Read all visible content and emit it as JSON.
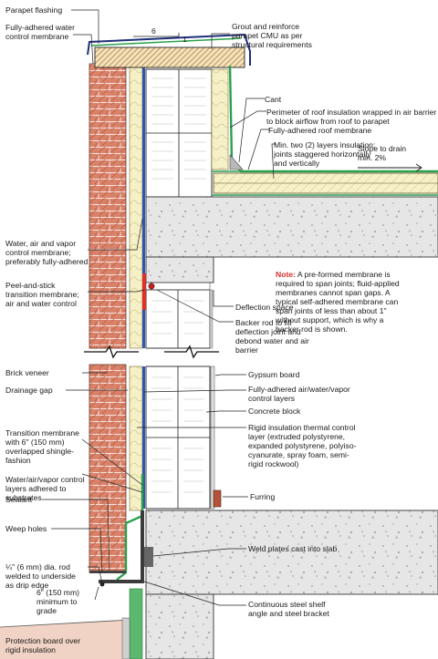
{
  "labels_left": [
    {
      "lines": [
        "Parapet flashing"
      ]
    },
    {
      "lines": [
        "Fully-adhered water",
        "control membrane"
      ]
    },
    {
      "lines": [
        "Water, air and vapor",
        "control membrane;",
        "preferably fully-adhered"
      ]
    },
    {
      "lines": [
        "Peel-and-stick",
        "transition membrane;",
        "air and water control"
      ]
    },
    {
      "lines": [
        "Brick veneer"
      ]
    },
    {
      "lines": [
        "Drainage gap"
      ]
    },
    {
      "lines": [
        "Transition membrane",
        "with 6\" (150 mm)",
        "overlapped shingle-",
        "fashion"
      ]
    },
    {
      "lines": [
        "Water/air/vapor control",
        "layers adhered to",
        "substrates"
      ]
    },
    {
      "lines": [
        "Sealant"
      ]
    },
    {
      "lines": [
        "Weep holes"
      ]
    },
    {
      "lines": [
        "¼\" (6 mm) dia. rod",
        "welded to underside",
        "as drip edge"
      ]
    },
    {
      "lines": [
        "6\" (150 mm)",
        "minimum to",
        "grade"
      ]
    },
    {
      "lines": [
        "Protection board over",
        "rigid insulation"
      ]
    }
  ],
  "labels_right": [
    {
      "lines": [
        "Grout and reinforce",
        "parapet CMU as per",
        "structural requirements"
      ]
    },
    {
      "lines": [
        "Cant"
      ]
    },
    {
      "lines": [
        "Perimeter of roof insulation wrapped in air barrier",
        "to block airflow from roof to parapet"
      ]
    },
    {
      "lines": [
        "Fully-adhered roof membrane"
      ]
    },
    {
      "lines": [
        "Min. two (2) layers insulation;",
        "joints staggered horizontally",
        "and vertically"
      ]
    },
    {
      "lines": [
        "Slope to drain",
        "min. 2%"
      ]
    },
    {
      "lines": [
        "Deflection space"
      ]
    },
    {
      "lines": [
        "Backer rod to fill",
        "deflection joint and",
        "debond water and air",
        "barrier"
      ]
    },
    {
      "lines": [
        "Gypsum board"
      ]
    },
    {
      "lines": [
        "Fully-adhered air/water/vapor",
        "control layers"
      ]
    },
    {
      "lines": [
        "Concrete block"
      ]
    },
    {
      "lines": [
        "Rigid insulation thermal control",
        "layer (extruded polystyrene,",
        "expanded polystyrene, polyiso-",
        "cyanurate, spray foam, semi-",
        "rigid rockwool)"
      ]
    },
    {
      "lines": [
        "Furring"
      ]
    },
    {
      "lines": [
        "Weld plates cast into slab"
      ]
    },
    {
      "lines": [
        "Continuous steel shelf",
        "angle and steel bracket"
      ]
    }
  ],
  "slope": {
    "rise": "1",
    "run": "6"
  },
  "note": {
    "keyword": "Note:",
    "lines": [
      " A pre-formed membrane is",
      "required to span joints; fluid-applied",
      "membranes cannot span gaps. A",
      "typical self-adhered membrane can",
      "span joints of less than about 1\"",
      "without support, which is why a",
      "backer rod is shown."
    ]
  },
  "colors": {
    "brick": "#d9826a",
    "insulation": "#f6f0c6",
    "concrete": "#e4e4e4",
    "membrane_green": "#2aa14a",
    "membrane_blue": "#2f55b4",
    "transition_red": "#e0302a",
    "note_keyword": "#d6322b"
  }
}
